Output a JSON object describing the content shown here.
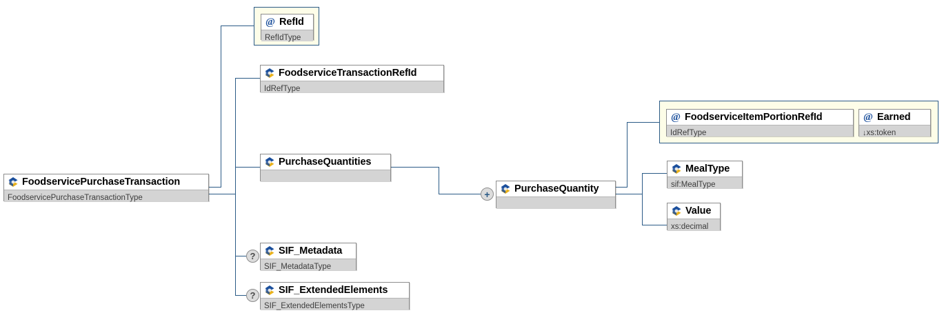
{
  "diagram": {
    "title": "FoodservicePurchaseTransaction XSD structure",
    "colors": {
      "connector": "#2a5a86",
      "attribute_panel_bg": "#fdfde8",
      "attribute_panel_border": "#2a5a86",
      "node_border": "#8d8d8d",
      "type_row_bg": "#d4d4d4",
      "name_row_bg": "#ffffff",
      "marker_bg": "#dcdcdc",
      "canvas_bg": "#ffffff"
    },
    "icons": {
      "element": "element-diamond-icon",
      "attribute": "attribute-at-icon",
      "optional": "optional-question-icon",
      "expander": "expander-plus-icon",
      "derived_type": "derived-down-arrow-icon"
    }
  },
  "nodes": {
    "root": {
      "name": "FoodservicePurchaseTransaction",
      "type": "FoodservicePurchaseTransactionType",
      "kind": "element"
    },
    "ref_id": {
      "name": "RefId",
      "type": "RefIdType",
      "kind": "attribute"
    },
    "foodservice_transaction_ref_id": {
      "name": "FoodserviceTransactionRefId",
      "type": "IdRefType",
      "kind": "element"
    },
    "purchase_quantities": {
      "name": "PurchaseQuantities",
      "type": "",
      "kind": "element"
    },
    "sif_metadata": {
      "name": "SIF_Metadata",
      "type": "SIF_MetadataType",
      "kind": "element",
      "optional_marker": "?"
    },
    "sif_extended_elements": {
      "name": "SIF_ExtendedElements",
      "type": "SIF_ExtendedElementsType",
      "kind": "element",
      "optional_marker": "?"
    },
    "purchase_quantity": {
      "name": "PurchaseQuantity",
      "type": "",
      "kind": "element",
      "expander_marker": "+"
    },
    "foodservice_item_portion_ref_id": {
      "name": "FoodserviceItemPortionRefId",
      "type": "IdRefType",
      "kind": "attribute"
    },
    "earned": {
      "name": "Earned",
      "type": "xs:token",
      "type_prefix": "↓",
      "kind": "attribute"
    },
    "meal_type": {
      "name": "MealType",
      "type": "sif:MealType",
      "kind": "element"
    },
    "value": {
      "name": "Value",
      "type": "xs:decimal",
      "kind": "element"
    }
  }
}
